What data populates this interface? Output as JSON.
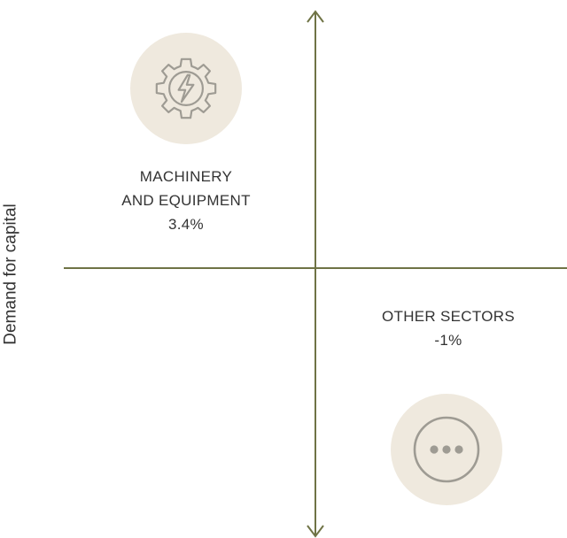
{
  "diagram": {
    "y_axis_label": "Demand for capital",
    "quadrants": [
      {
        "name_line1": "MACHINERY",
        "name_line2": "AND EQUIPMENT",
        "value": "3.4%",
        "icon": "gear-lightning-icon"
      },
      {
        "name_line1": "OTHER SECTORS",
        "value": "-1%",
        "icon": "ellipsis-icon"
      }
    ]
  },
  "colors": {
    "axis": "#6f7345",
    "icon_circle": "#efe9de",
    "icon_stroke": "#9e9b93",
    "text": "#333333"
  }
}
